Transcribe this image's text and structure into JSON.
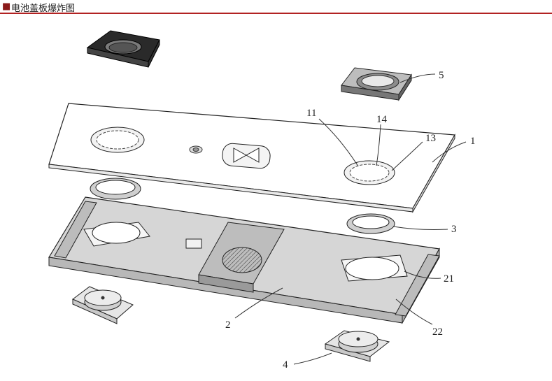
{
  "header": {
    "bullet": "■",
    "title": "电池盖板爆炸图"
  },
  "callouts": {
    "c5": "5",
    "c11": "11",
    "c14": "14",
    "c13": "13",
    "c1": "1",
    "c3": "3",
    "c21": "21",
    "c2": "2",
    "c22": "22",
    "c4": "4"
  }
}
